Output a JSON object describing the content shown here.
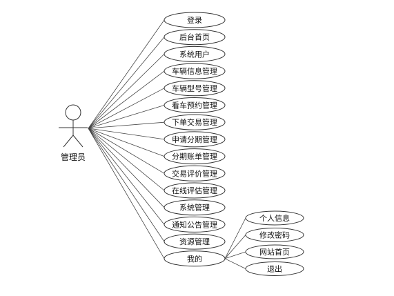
{
  "actor": {
    "name": "管理员"
  },
  "use_cases": [
    {
      "id": "login",
      "label": "登录"
    },
    {
      "id": "admin-home",
      "label": "后台首页"
    },
    {
      "id": "system-user",
      "label": "系统用户"
    },
    {
      "id": "vehicle-info",
      "label": "车辆信息管理"
    },
    {
      "id": "vehicle-model",
      "label": "车辆型号管理"
    },
    {
      "id": "viewing-booking",
      "label": "看车预约管理"
    },
    {
      "id": "order-trade",
      "label": "下单交易管理"
    },
    {
      "id": "installment-apply",
      "label": "申请分期管理"
    },
    {
      "id": "installment-bill",
      "label": "分期账单管理"
    },
    {
      "id": "trade-review",
      "label": "交易评价管理"
    },
    {
      "id": "online-assessment",
      "label": "在线评估管理"
    },
    {
      "id": "system-manage",
      "label": "系统管理"
    },
    {
      "id": "notice",
      "label": "通知公告管理"
    },
    {
      "id": "resource",
      "label": "资源管理"
    },
    {
      "id": "mine",
      "label": "我的"
    }
  ],
  "sub_use_cases": [
    {
      "id": "profile",
      "label": "个人信息"
    },
    {
      "id": "change-password",
      "label": "修改密码"
    },
    {
      "id": "site-home",
      "label": "网站首页"
    },
    {
      "id": "logout",
      "label": "退出"
    }
  ]
}
